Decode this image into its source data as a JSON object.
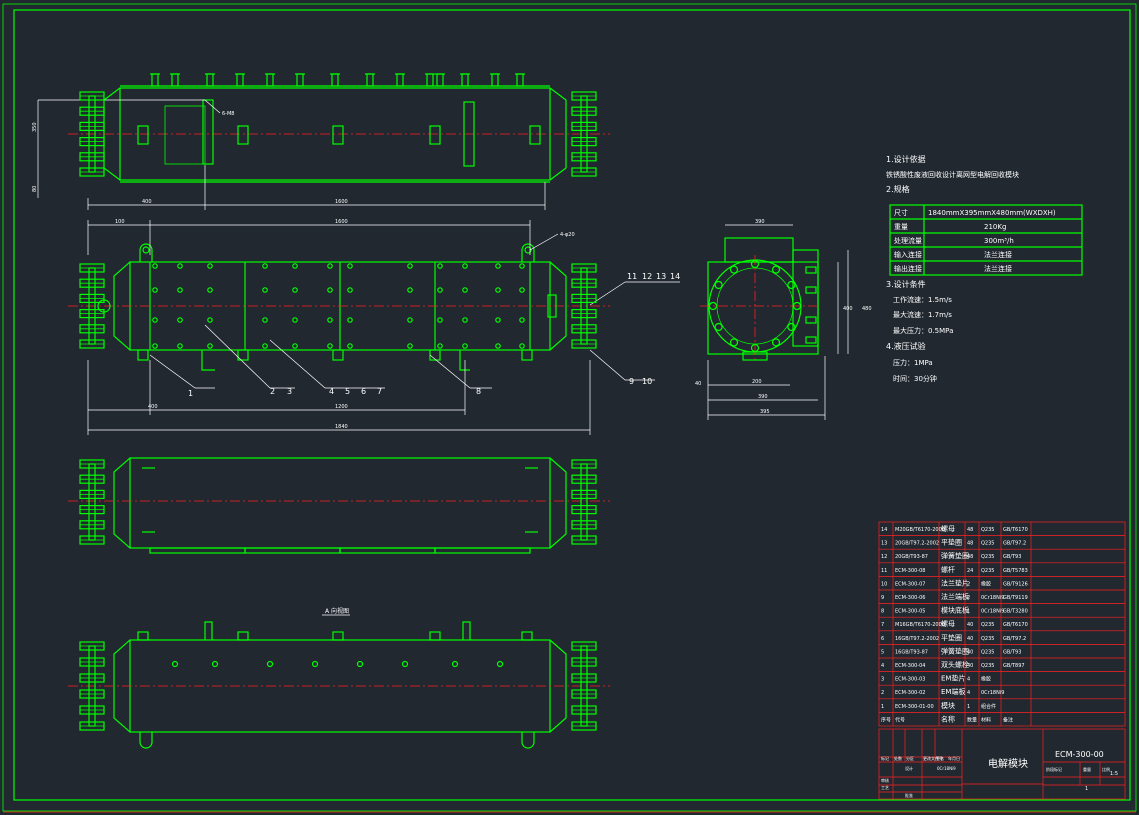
{
  "notes": {
    "h1": "1.设计依据",
    "h1_text": "铁锈酸性废液回收设计离网型电解回收模块",
    "h2": "2.规格",
    "h3": "3.设计条件",
    "h3_lines": [
      "工作流速：1.5m/s",
      "最大流速：1.7m/s",
      "最大压力：0.5MPa"
    ],
    "h4": "4.液压试验",
    "h4_lines": [
      "压力：1MPa",
      "时间：30分钟"
    ]
  },
  "spec_table": [
    {
      "k": "尺寸",
      "v": "1840mmX395mmX480mm(WXDXH)"
    },
    {
      "k": "重量",
      "v": "210Kg"
    },
    {
      "k": "处理流量",
      "v": "300m³/h"
    },
    {
      "k": "输入连接",
      "v": "法兰连接"
    },
    {
      "k": "输出连接",
      "v": "法兰连接"
    }
  ],
  "dims": {
    "top_h1": "350",
    "top_h2": "80",
    "top_w1": "400",
    "top_w2": "1600",
    "front_w1": "100",
    "front_w2": "1600",
    "front_w3": "400",
    "front_w4": "1200",
    "front_total": "1840",
    "side_w1": "390",
    "side_w2": "200",
    "side_w3": "390",
    "side_w4": "395",
    "side_h1": "400",
    "side_h2": "480",
    "side_h3": "40",
    "callout_a": "6-M8",
    "callout_b": "4-φ20"
  },
  "balloons": [
    "1",
    "2",
    "3",
    "4",
    "5",
    "6",
    "7",
    "8",
    "9",
    "10",
    "11",
    "12",
    "13",
    "14"
  ],
  "section_label": "A 向视图",
  "bom": [
    {
      "no": "14",
      "code": "M20GB/T6170-2000",
      "name": "螺母",
      "qty": "48",
      "mat": "Q235",
      "note": "GB/T6170"
    },
    {
      "no": "13",
      "code": "20GB/T97.2-2002",
      "name": "平垫圈",
      "qty": "48",
      "mat": "Q235",
      "note": "GB/T97.2"
    },
    {
      "no": "12",
      "code": "20GB/T93-87",
      "name": "弹簧垫圈",
      "qty": "48",
      "mat": "Q235",
      "note": "GB/T93"
    },
    {
      "no": "11",
      "code": "ECM-300-08",
      "name": "螺杆",
      "qty": "24",
      "mat": "Q235",
      "note": "GB/T5783"
    },
    {
      "no": "10",
      "code": "ECM-300-07",
      "name": "法兰垫片",
      "qty": "2",
      "mat": "橡胶",
      "note": "GB/T9126"
    },
    {
      "no": "9",
      "code": "ECM-300-06",
      "name": "法兰端板",
      "qty": "2",
      "mat": "0Cr18Ni9",
      "note": "GB/T9119"
    },
    {
      "no": "8",
      "code": "ECM-300-05",
      "name": "模块底板",
      "qty": "1",
      "mat": "0Cr18Ni9",
      "note": "GB/T3280"
    },
    {
      "no": "7",
      "code": "M16GB/T6170-2000",
      "name": "螺母",
      "qty": "40",
      "mat": "Q235",
      "note": "GB/T6170"
    },
    {
      "no": "6",
      "code": "16GB/T97.2-2002",
      "name": "平垫圈",
      "qty": "40",
      "mat": "Q235",
      "note": "GB/T97.2"
    },
    {
      "no": "5",
      "code": "16GB/T93-87",
      "name": "弹簧垫圈",
      "qty": "40",
      "mat": "Q235",
      "note": "GB/T93"
    },
    {
      "no": "4",
      "code": "ECM-300-04",
      "name": "双头螺栓",
      "qty": "40",
      "mat": "Q235",
      "note": "GB/T897"
    },
    {
      "no": "3",
      "code": "ECM-300-03",
      "name": "EM垫片",
      "qty": "4",
      "mat": "橡胶",
      "note": ""
    },
    {
      "no": "2",
      "code": "ECM-300-02",
      "name": "EM端板",
      "qty": "4",
      "mat": "0Cr18Ni9",
      "note": ""
    },
    {
      "no": "1",
      "code": "ECM-300-01-00",
      "name": "模块",
      "qty": "1",
      "mat": "组合件",
      "note": ""
    }
  ],
  "bom_header": {
    "no": "序号",
    "code": "代号",
    "name": "名称",
    "qty": "数量",
    "mat": "材料",
    "note": "备注"
  },
  "title_block": {
    "title": "电解模块",
    "drawing_no": "ECM-300-00",
    "scale": "1:5",
    "sheet": "1",
    "row_labels": [
      "标记",
      "设计",
      "审核",
      "工艺",
      "批准"
    ],
    "col_labels": [
      "处数",
      "分区",
      "更改文件号",
      "签名",
      "年月日"
    ],
    "stage_labels": [
      "阶段标记",
      "重量",
      "比例"
    ],
    "material": "0Cr18Ni9"
  },
  "colors": {
    "outline": "#00ff00",
    "center": "#ff2020",
    "text": "#ffffff",
    "bg": "#212830"
  }
}
